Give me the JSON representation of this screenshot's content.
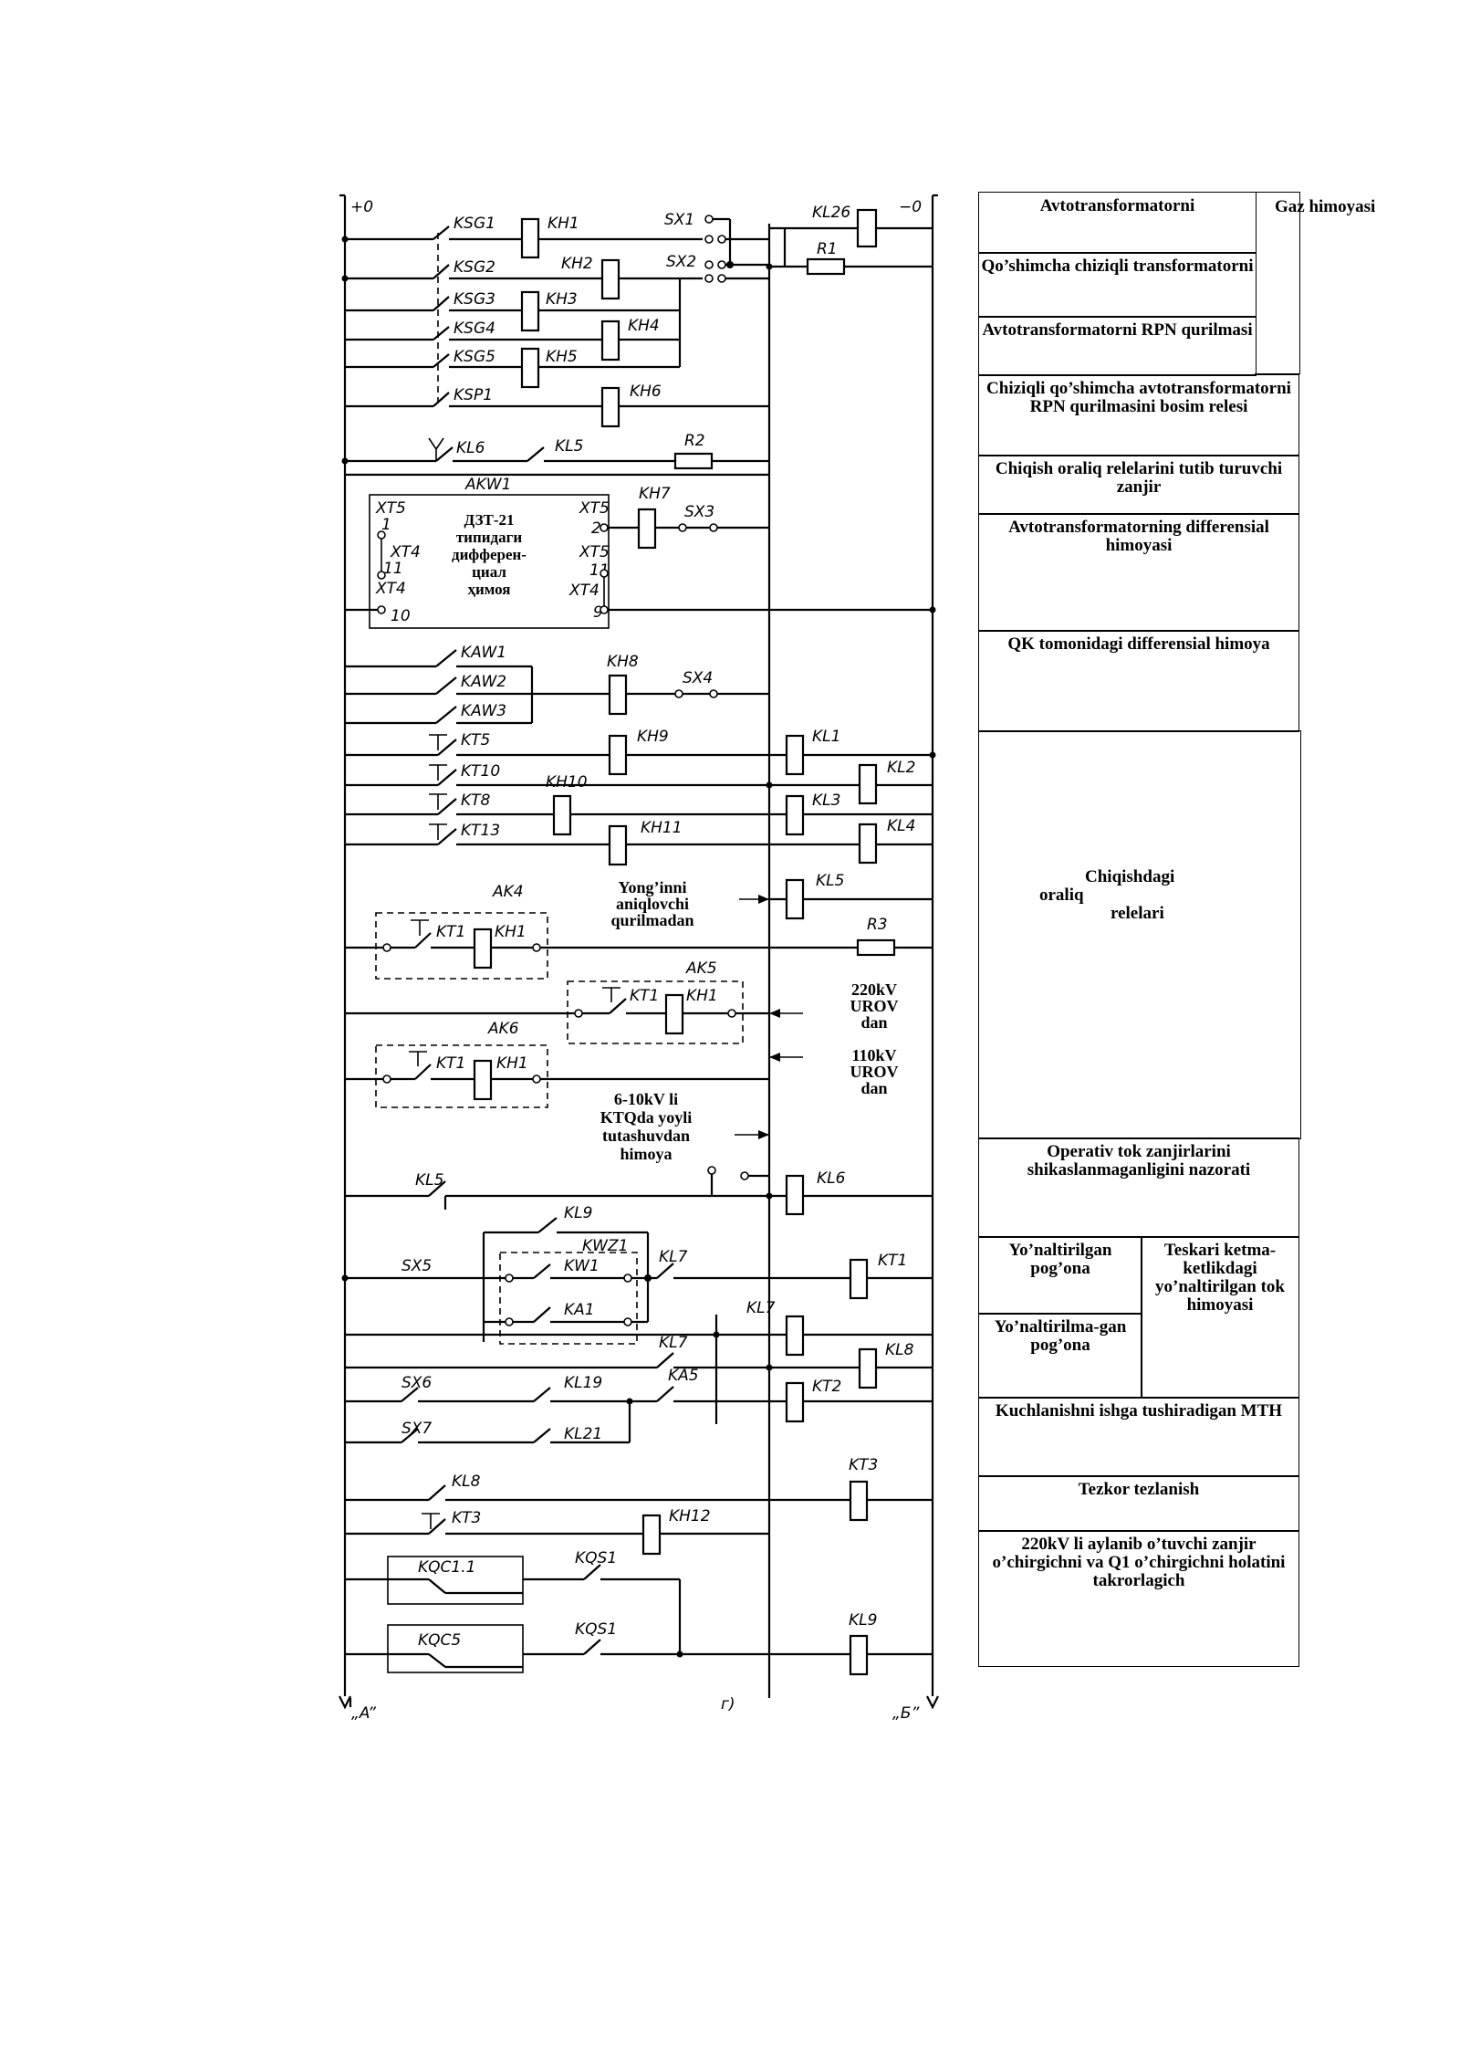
{
  "schematic": {
    "rail_left": "+0",
    "rail_right": "−0",
    "bottom_left": "„A”",
    "bottom_mid": "г)",
    "bottom_right": "„Б”",
    "devices": {
      "ksg1": "KSG1",
      "kh1": "KH1",
      "sx1": "SX1",
      "kl26": "KL26",
      "r1": "R1",
      "ksg2": "KSG2",
      "kh2": "KH2",
      "sx2": "SX2",
      "ksg3": "KSG3",
      "kh3": "KH3",
      "ksg4": "KSG4",
      "kh4": "KH4",
      "ksg5": "KSG5",
      "kh5": "KH5",
      "ksp1": "KSP1",
      "kh6": "KH6",
      "kl6": "KL6",
      "kl5": "KL5",
      "r2": "R2",
      "akw1": "AKW1",
      "kh7": "KH7",
      "sx3": "SX3",
      "xt5": "XT5",
      "xt4": "XT4",
      "p1": "1",
      "p11": "11",
      "p10": "10",
      "p2": "2",
      "p11r": "11",
      "p9": "9",
      "kaw1": "KAW1",
      "kaw2": "KAW2",
      "kaw3": "KAW3",
      "kh8": "KH8",
      "sx4": "SX4",
      "kt5": "KT5",
      "kh9": "KH9",
      "kl1": "KL1",
      "kt10": "KT10",
      "kh10": "KH10",
      "kl2": "KL2",
      "kt8": "KT8",
      "kl3": "KL3",
      "kt13": "KT13",
      "kh11": "KH11",
      "kl4": "KL4",
      "ak4": "AK4",
      "kt1": "KT1",
      "kl5b": "KL5",
      "r3": "R3",
      "ak5": "AK5",
      "ak6": "AK6",
      "kl5c": "KL5",
      "kl6b": "KL6",
      "kl9": "KL9",
      "kwz1": "KWZ1",
      "kw1": "KW1",
      "kl7": "KL7",
      "kt1b": "KT1",
      "sx5": "SX5",
      "ka1": "KA1",
      "kl7b": "KL7",
      "kl7c": "KL7",
      "kl8": "KL8",
      "sx6": "SX6",
      "kl19": "KL19",
      "ka5": "KA5",
      "kt2": "KT2",
      "sx7": "SX7",
      "kl21": "KL21",
      "kl8b": "KL8",
      "kt3": "KT3",
      "kt3b": "KT3",
      "kh12": "KH12",
      "kqc11": "KQC1.1",
      "kqs1": "KQS1",
      "kqc5": "KQC5",
      "kqs1b": "KQS1",
      "kl9b": "KL9"
    },
    "dzt_block": [
      "ДЗТ-21",
      "типидаги",
      "дифферен-",
      "циал",
      "ҳимоя"
    ],
    "notes": {
      "fire": [
        "Yong’inni",
        "aniqlovchi",
        "qurilmadan"
      ],
      "urov220": [
        "220kV",
        "UROV",
        "dan"
      ],
      "urov110": [
        "110kV",
        "UROV",
        "dan"
      ],
      "ktq": [
        "6-10kV li",
        "KTQda yoyli",
        "tutashuvdan",
        "himoya"
      ]
    }
  },
  "legend": {
    "c1": "Avtotransformatorni",
    "gas": "Gaz himoyasi",
    "c2": "Qo’shimcha chiziqli transformatorni",
    "c3": "Avtotransformatorni RPN qurilmasi",
    "c4": "Chiziqli qo’shimcha avtotransformatorni RPN qurilmasini bosim relesi",
    "c5": "Chiqish oraliq relelarini tutib turuvchi zanjir",
    "c6": "Avtotransformatorning differensial himoyasi",
    "c7": "QK tomonidagi differensial himoya",
    "c8a": "Chiqishdagi",
    "c8b": "oraliq",
    "c8c": "relelari",
    "c9": "Operativ tok zanjirlarini shikaslanmaganligini nazorati",
    "c10a": "Yo’naltirilgan pog’ona",
    "c10b": "Yo’naltirilma-gan pog’ona",
    "c10c": "Teskari ketma-ketlikdagi yo’naltirilgan tok himoyasi",
    "c11": "Kuchlanishni ishga tushiradigan MTH",
    "c12": "Tezkor tezlanish",
    "c13": "220kV li aylanib o’tuvchi zanjir o’chirgichni va Q1 o’chirgichni holatini takrorlagich"
  }
}
